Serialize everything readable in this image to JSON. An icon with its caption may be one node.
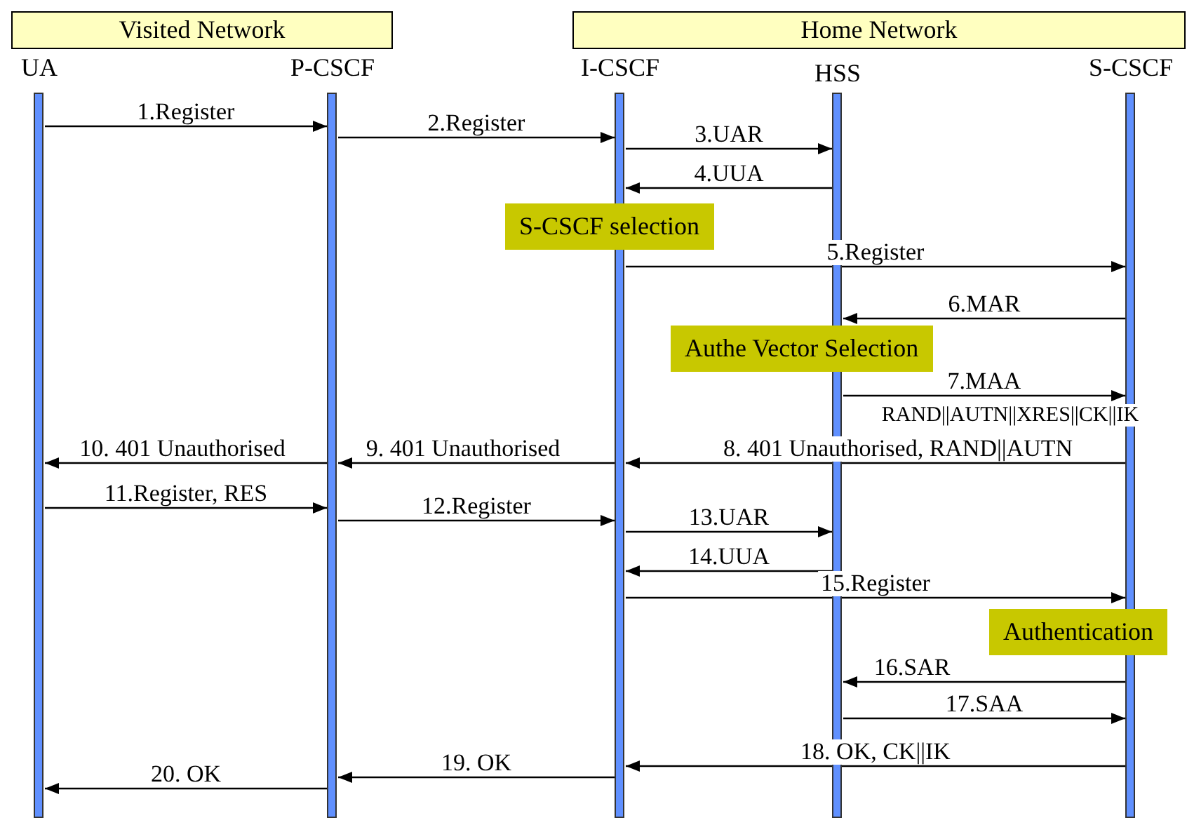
{
  "diagram": {
    "nodes": [
      {
        "text": [
          "Visited Network"
        ]
      },
      {
        "text": [
          "Home Network"
        ]
      },
      {
        "text": [
          "UA"
        ]
      },
      {
        "text": [
          "P-CSCF"
        ]
      },
      {
        "text": [
          "I-CSCF"
        ]
      },
      {
        "text": [
          "HSS"
        ]
      },
      {
        "text": [
          "S-CSCF"
        ]
      },
      {
        "text": [
          "S-CSCF selection"
        ]
      },
      {
        "text": [
          "Authe Vector Selection"
        ]
      },
      {
        "text": [
          "Authentication"
        ]
      }
    ],
    "edges": [
      {
        "from": 2,
        "to": 3,
        "arrow": "to",
        "label": "1.Register"
      },
      {
        "from": 3,
        "to": 4,
        "arrow": "to",
        "label": "2.Register"
      },
      {
        "from": 4,
        "to": 5,
        "arrow": "to",
        "label": "3.UAR"
      },
      {
        "from": 5,
        "to": 4,
        "arrow": "to",
        "label": "4.UUA"
      },
      {
        "from": 4,
        "to": 6,
        "arrow": "to",
        "label": "5.Register"
      },
      {
        "from": 6,
        "to": 5,
        "arrow": "to",
        "label": "6.MAR"
      },
      {
        "from": 5,
        "to": 6,
        "arrow": "to",
        "label": "7.MAA"
      },
      {
        "from": 6,
        "to": 4,
        "arrow": "to",
        "label": "8. 401 Unauthorised, RAND||AUTN"
      },
      {
        "from": 4,
        "to": 3,
        "arrow": "to",
        "label": "9. 401 Unauthorised"
      },
      {
        "from": 3,
        "to": 2,
        "arrow": "to",
        "label": "10. 401 Unauthorised"
      },
      {
        "from": 2,
        "to": 3,
        "arrow": "to",
        "label": "11.Register, RES"
      },
      {
        "from": 3,
        "to": 4,
        "arrow": "to",
        "label": "12.Register"
      },
      {
        "from": 4,
        "to": 5,
        "arrow": "to",
        "label": "13.UAR"
      },
      {
        "from": 5,
        "to": 4,
        "arrow": "to",
        "label": "14.UUA"
      },
      {
        "from": 4,
        "to": 6,
        "arrow": "to",
        "label": "15.Register"
      },
      {
        "from": 6,
        "to": 5,
        "arrow": "to",
        "label": "16.SAR"
      },
      {
        "from": 5,
        "to": 6,
        "arrow": "to",
        "label": "17.SAA"
      },
      {
        "from": 6,
        "to": 4,
        "arrow": "to",
        "label": "18. OK, CK||IK"
      },
      {
        "from": 4,
        "to": 3,
        "arrow": "to",
        "label": "19. OK"
      },
      {
        "from": 3,
        "to": 2,
        "arrow": "to",
        "label": "20. OK"
      }
    ],
    "labels": [
      "RAND||AUTN||XRES||CK||IK"
    ]
  }
}
